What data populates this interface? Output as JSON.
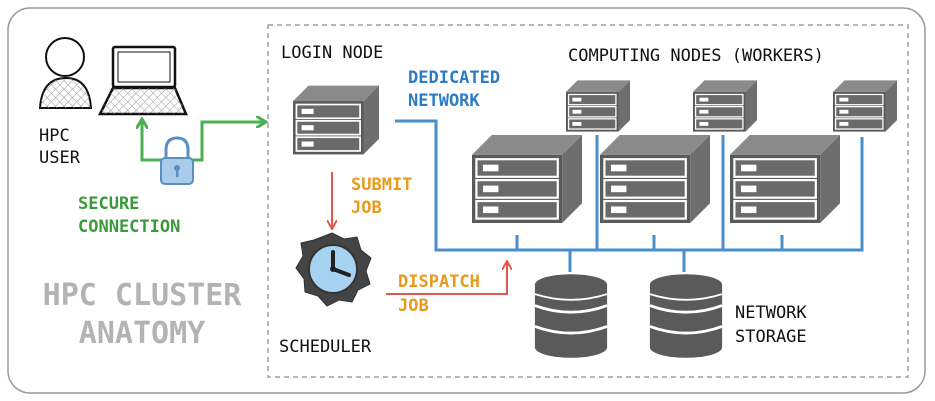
{
  "labels": {
    "hpc_user": [
      "HPC",
      "USER"
    ],
    "secure_connection": [
      "SECURE",
      "CONNECTION"
    ],
    "login_node": "LOGIN NODE",
    "dedicated_network": [
      "DEDICATED",
      "NETWORK"
    ],
    "computing_nodes": "COMPUTING NODES (WORKERS)",
    "submit_job": [
      "SUBMIT",
      "JOB"
    ],
    "dispatch_job": [
      "DISPATCH",
      "JOB"
    ],
    "scheduler": "SCHEDULER",
    "network_storage": [
      "NETWORK",
      "STORAGE"
    ],
    "title": [
      "HPC CLUSTER",
      "ANATOMY"
    ]
  },
  "colors": {
    "green": "#4caf50",
    "green_text": "#3a9a3a",
    "blue": "#4a8fcc",
    "blue_text": "#2b7cc4",
    "orange": "#e89a1a",
    "red": "#e0584e",
    "gray_dark": "#595959",
    "gray_title": "#b3b3b3",
    "border": "#888888"
  },
  "icons": {
    "user": "user-icon",
    "laptop": "laptop-icon",
    "lock": "lock-icon",
    "login_server": "server-icon",
    "scheduler": "clock-icon",
    "worker_small": "server-icon",
    "worker_large": "server-icon",
    "storage": "database-icon"
  }
}
